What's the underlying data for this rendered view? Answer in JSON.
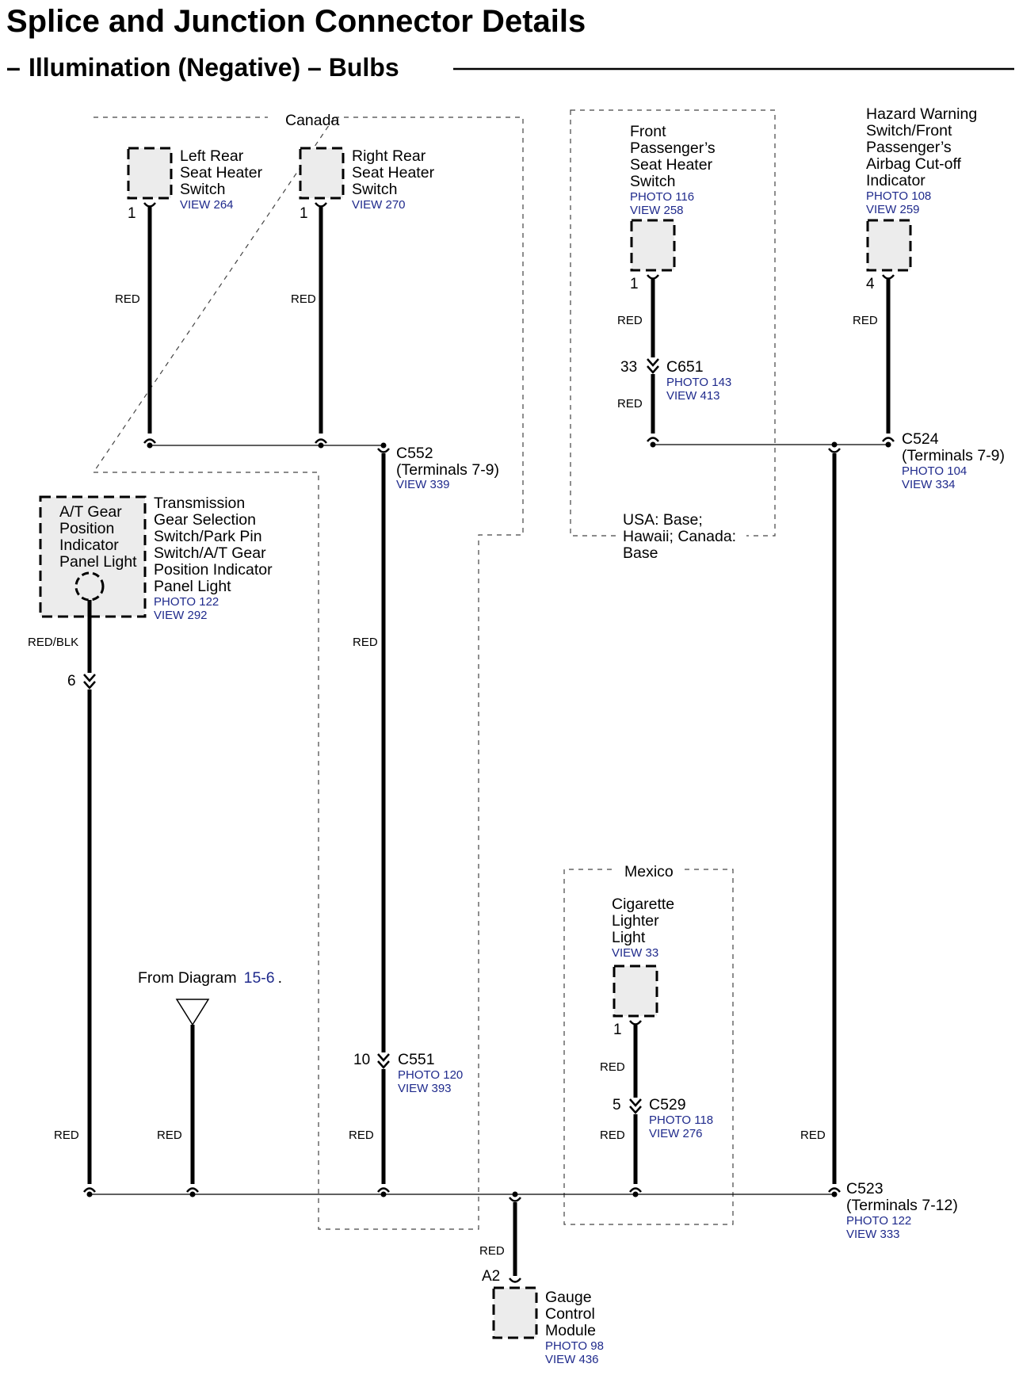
{
  "header": {
    "title": "Splice and Junction Connector Details",
    "subtitle_dash": "–",
    "subtitle": "Illumination (Negative) – Bulbs"
  },
  "zones": {
    "canada": "Canada",
    "usa": [
      "USA: Base;",
      "Hawaii; Canada:",
      "Base"
    ],
    "mexico": "Mexico"
  },
  "components": {
    "left_rear_seat": {
      "name": [
        "Left Rear",
        "Seat Heater",
        "Switch"
      ],
      "view": "VIEW 264",
      "pin": "1"
    },
    "right_rear_seat": {
      "name": [
        "Right Rear",
        "Seat Heater",
        "Switch"
      ],
      "view": "VIEW 270",
      "pin": "1"
    },
    "front_passenger_seat": {
      "name": [
        "Front",
        "Passenger’s",
        "Seat Heater",
        "Switch"
      ],
      "photo": "PHOTO 116",
      "view": "VIEW 258",
      "pin": "1"
    },
    "hazard_switch": {
      "name": [
        "Hazard Warning",
        "Switch/Front",
        "Passenger’s",
        "Airbag Cut-off",
        "Indicator"
      ],
      "photo": "PHOTO 108",
      "view": "VIEW 259",
      "pin": "4"
    },
    "at_gear_panel": {
      "inner": [
        "A/T Gear",
        "Position",
        "Indicator",
        "Panel Light"
      ],
      "name": [
        "Transmission",
        "Gear Selection",
        "Switch/Park Pin",
        "Switch/A/T Gear",
        "Position Indicator",
        "Panel Light"
      ],
      "photo": "PHOTO 122",
      "view": "VIEW 292"
    },
    "cigarette_lighter": {
      "name": [
        "Cigarette",
        "Lighter",
        "Light"
      ],
      "view": "VIEW 33",
      "pin": "1"
    },
    "gauge_module": {
      "name": [
        "Gauge",
        "Control",
        "Module"
      ],
      "photo": "PHOTO 98",
      "view": "VIEW 436",
      "pin": "A2"
    }
  },
  "connectors": {
    "c552": {
      "id": "C552",
      "terms": "(Terminals 7-9)",
      "view": "VIEW 339"
    },
    "c651": {
      "id": "C651",
      "photo": "PHOTO 143",
      "view": "VIEW 413",
      "pin": "33"
    },
    "c524": {
      "id": "C524",
      "terms": "(Terminals 7-9)",
      "photo": "PHOTO 104",
      "view": "VIEW 334"
    },
    "c551": {
      "id": "C551",
      "photo": "PHOTO 120",
      "view": "VIEW 393",
      "pin": "10"
    },
    "c529": {
      "id": "C529",
      "photo": "PHOTO 118",
      "view": "VIEW 276",
      "pin": "5"
    },
    "c523": {
      "id": "C523",
      "terms": "(Terminals 7-12)",
      "photo": "PHOTO 122",
      "view": "VIEW 333"
    },
    "at_pin": "6"
  },
  "from_diagram": {
    "prefix": "From Diagram",
    "link": "15-6",
    "suffix": "."
  },
  "wire_colors": {
    "red": "RED",
    "red_blk": "RED/BLK"
  }
}
